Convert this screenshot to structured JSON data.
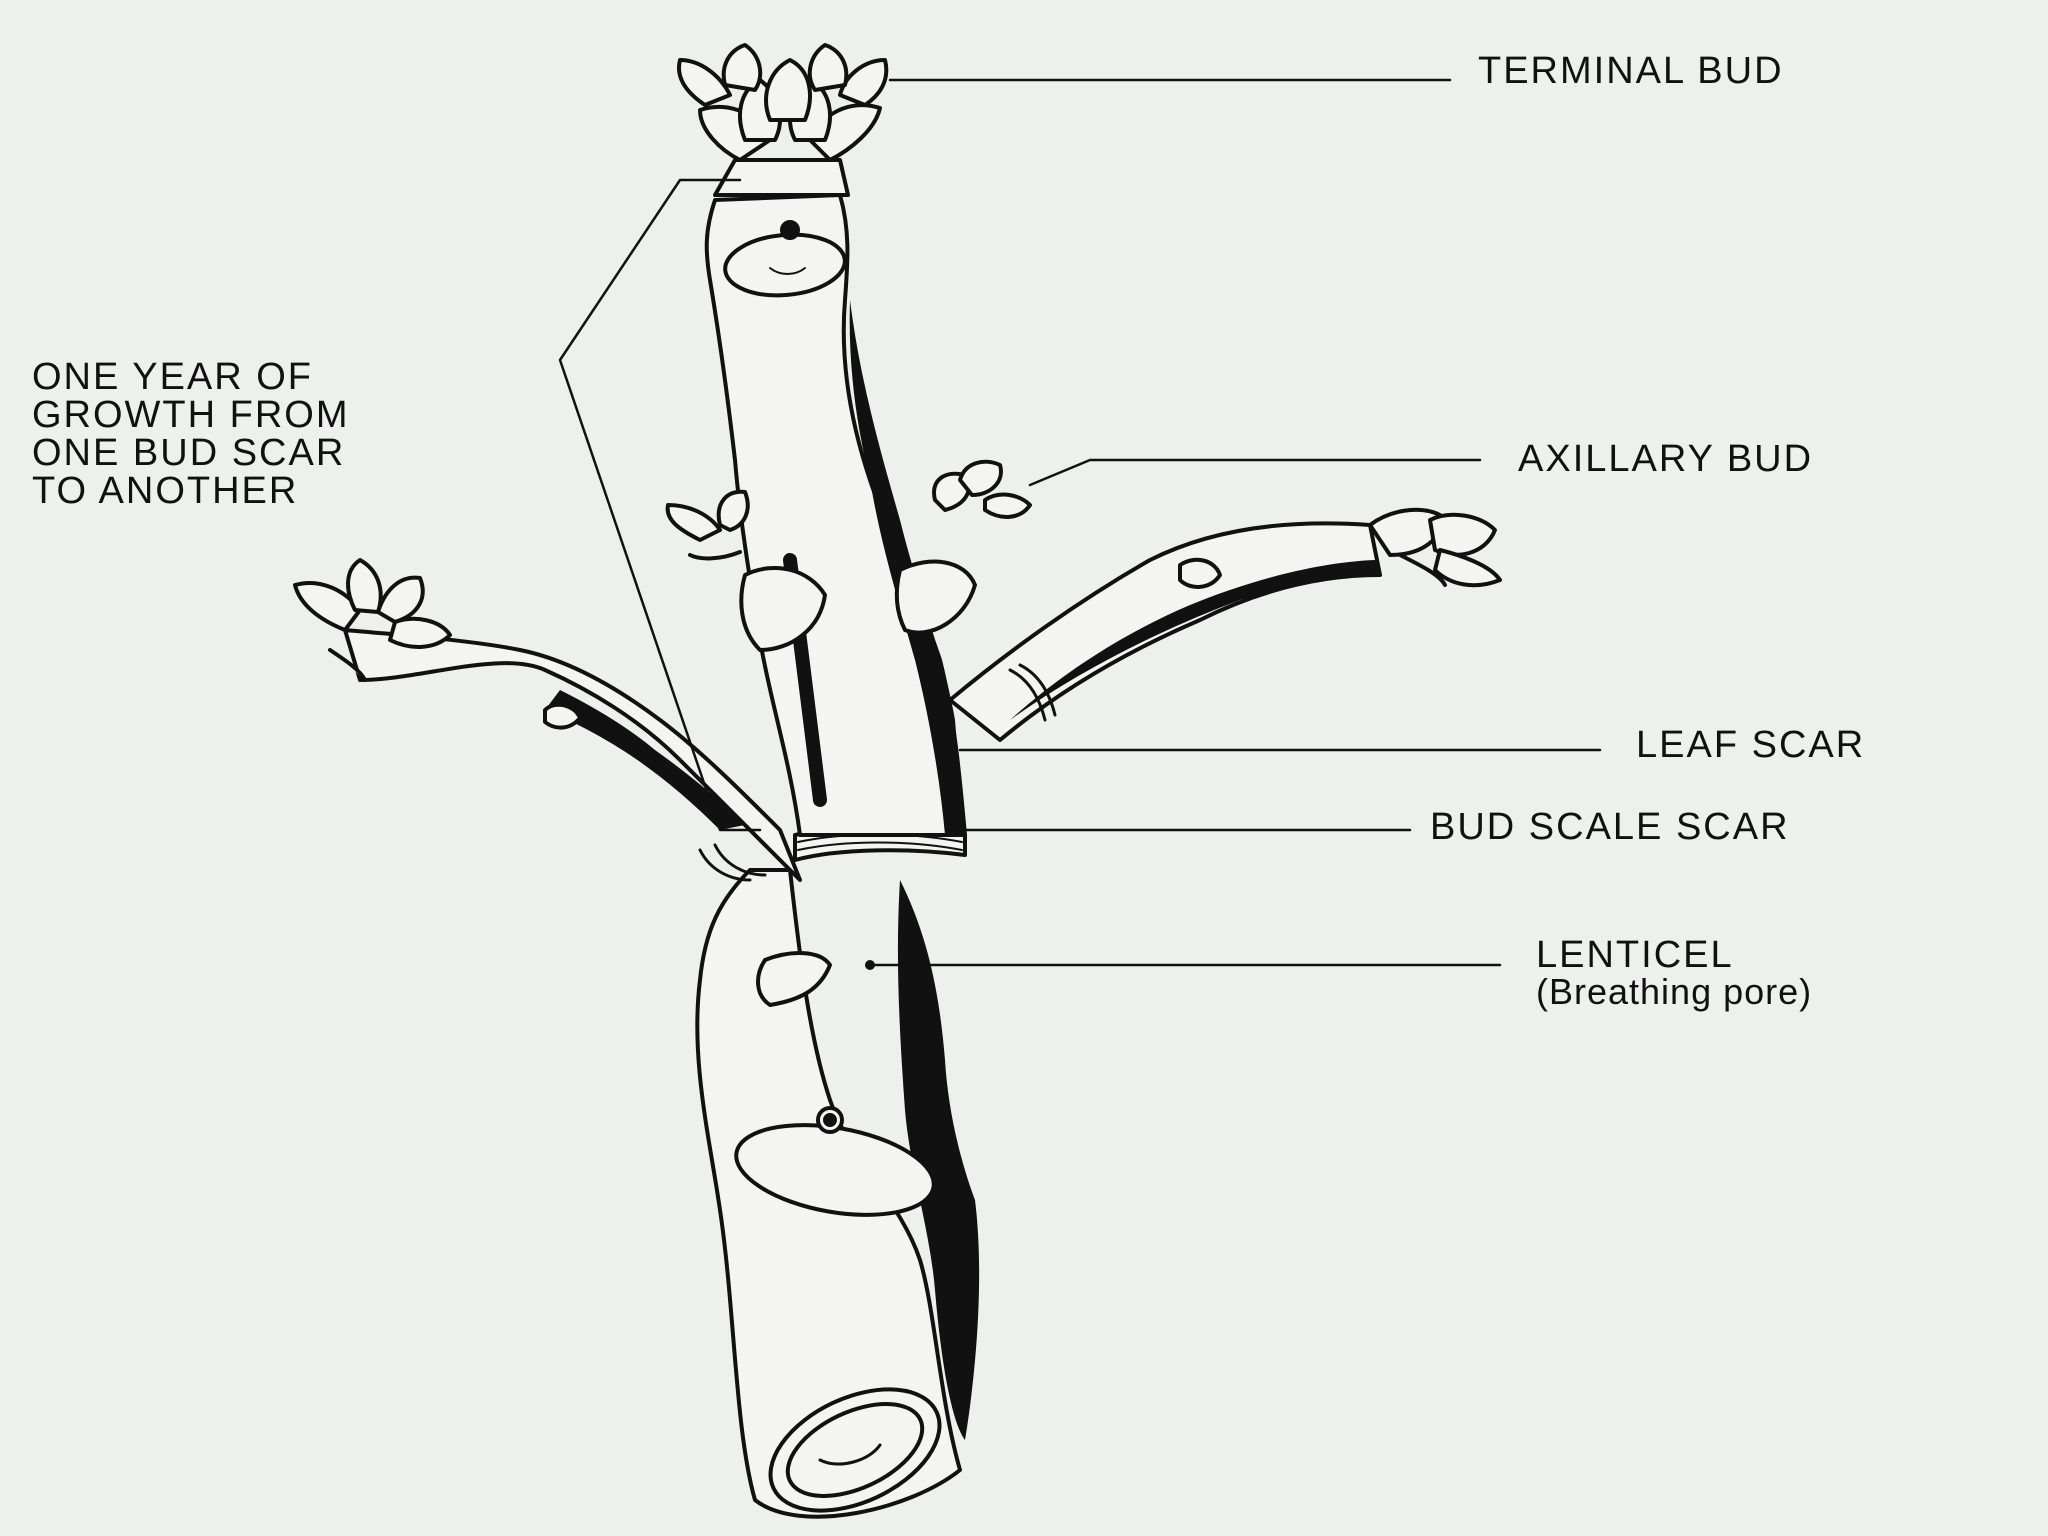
{
  "labels": {
    "terminal_bud": "TERMINAL BUD",
    "one_year_growth": [
      "ONE YEAR OF",
      "GROWTH FROM",
      "ONE BUD SCAR",
      "TO ANOTHER"
    ],
    "axillary_bud": "AXILLARY BUD",
    "leaf_scar": "LEAF SCAR",
    "bud_scale_scar": "BUD SCALE SCAR",
    "lenticel": "LENTICEL",
    "lenticel_note": "(Breathing pore)"
  },
  "colors": {
    "background": "#eef0ee",
    "ink": "#111111",
    "bark_light": "#f4f4f2"
  }
}
